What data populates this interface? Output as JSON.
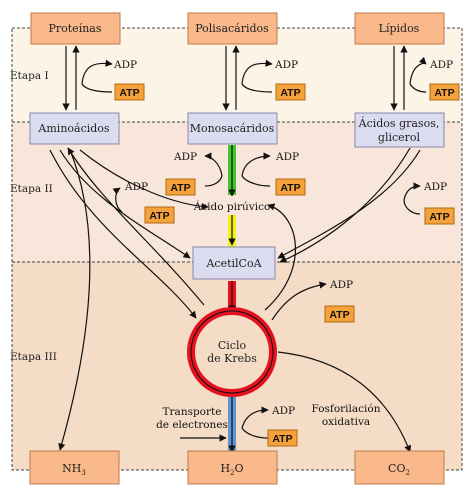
{
  "stages": {
    "etapa1": "Etapa I",
    "etapa2": "Etapa II",
    "etapa3": "Etapa III"
  },
  "top_boxes": {
    "proteinas": "Proteínas",
    "polisacaridos": "Polisacáridos",
    "lipidos": "Lípidos"
  },
  "mid_boxes": {
    "aminoacidos": "Aminoácidos",
    "monosacaridos": "Monosacáridos",
    "acidos_grasos_l1": "Ácidos grasos,",
    "acidos_grasos_l2": "glicerol"
  },
  "acido_piruvico": "Ácido pirúvico",
  "acetilcoa": "AcetilCoA",
  "ciclo": {
    "line1": "Ciclo",
    "line2": "de Krebs"
  },
  "transporte": {
    "line1": "Transporte",
    "line2": "de electrones"
  },
  "fosforilacion": {
    "line1": "Fosforilación",
    "line2": "oxidativa"
  },
  "bottom_boxes": {
    "nh": "NH",
    "nh_sub": "3",
    "h": "H",
    "h_sub": "2",
    "o": "O",
    "co": "CO",
    "co_sub": "2"
  },
  "adp": "ADP",
  "atp": "ATP",
  "colors": {
    "stage1_bg": "#fdf4e8",
    "stage2_bg": "#f8e6da",
    "stage3_bg": "#f5dcc6",
    "orange_box": "#f9b98a",
    "lavender_box": "#dcdcf0",
    "atp_fill": "#f6a23c",
    "krebs_red": "#e4111f",
    "green": "#44c431",
    "yellow": "#f2f21a",
    "blue": "#5f95d4"
  }
}
